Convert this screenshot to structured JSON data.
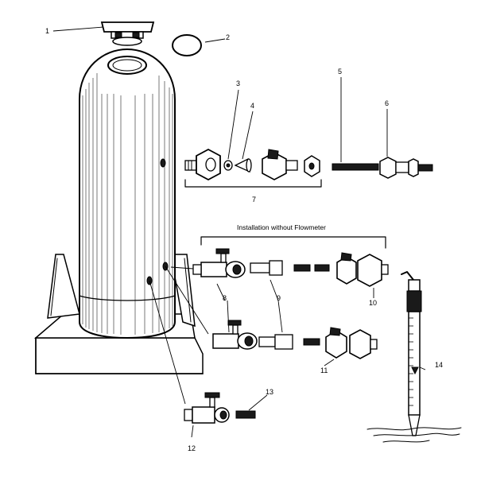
{
  "diagram": {
    "caption": "Installation without Flowmeter",
    "part_numbers": [
      "1",
      "2",
      "3",
      "4",
      "5",
      "6",
      "7",
      "8",
      "9",
      "10",
      "11",
      "12",
      "13",
      "14"
    ]
  }
}
